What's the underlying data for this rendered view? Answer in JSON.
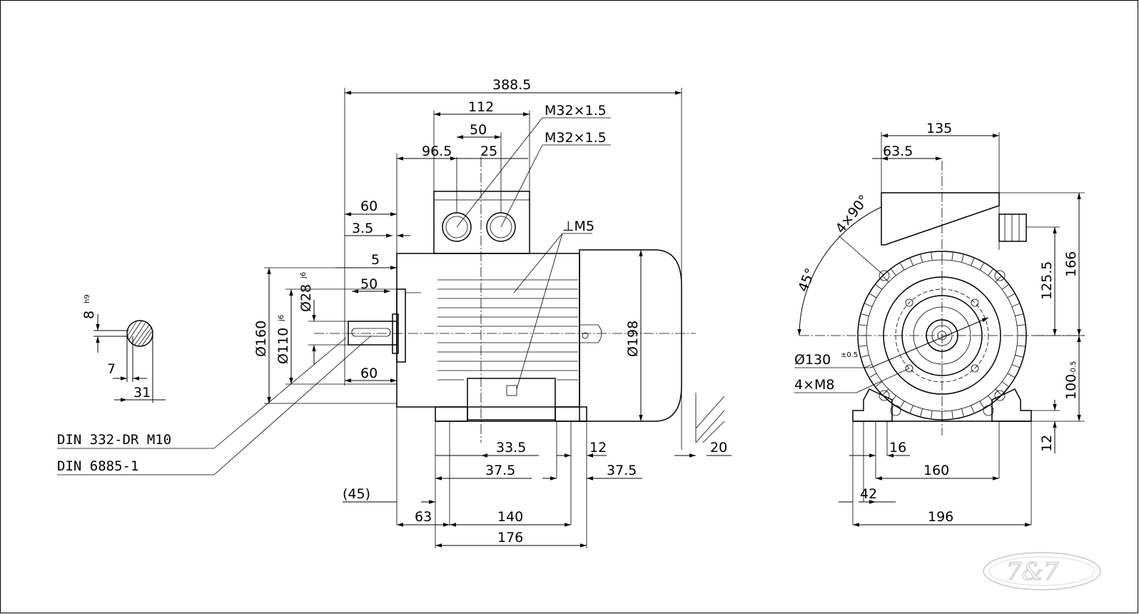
{
  "side_view": {
    "overall_length": "388.5",
    "box_width": "112",
    "gland_spacing": "50",
    "gland_offset": "25",
    "box_position": "96.5",
    "flange_offset": "60",
    "flange_step": "3.5",
    "key_offset": "5",
    "key_length": "50",
    "shaft_dia": "Ø28",
    "shaft_fit": "j6",
    "spigot_dia": "Ø110",
    "spigot_fit": "j6",
    "flange_dia": "Ø160",
    "frame_dia": "Ø198",
    "shaft_length": "60",
    "gland_1": "M32×1.5",
    "gland_2": "M32×1.5",
    "earth_screw": "⊥M5",
    "hole_offset_1": "33.5",
    "hole_offset_2": "37.5",
    "hole_offset_3": "37.5",
    "foot_thickness": "12",
    "foot_gap": "20",
    "ref_45": "(45)",
    "shaft_to_foot": "63",
    "foot_spacing": "140",
    "foot_length": "176",
    "standard_1": "DIN 332-DR M10",
    "standard_2": "DIN 6885-1"
  },
  "key_section": {
    "key_width": "8",
    "key_fit": "h9",
    "key_depth": "7",
    "section_height": "31"
  },
  "end_view": {
    "box_width": "135",
    "box_offset": "63.5",
    "hole_angle": "4×90°",
    "angle": "45°",
    "gland_height": "125.5",
    "overall_height": "166",
    "pitch_dia": "Ø130",
    "pitch_tol": "±0.5",
    "thread": "4×M8",
    "shaft_height": "100",
    "shaft_height_tol": "-0.5",
    "foot_thickness": "12",
    "foot_slot": "16",
    "foot_hole_spacing": "160",
    "foot_edge": "42",
    "foot_width": "196"
  },
  "logo": {
    "text": "7&7"
  }
}
